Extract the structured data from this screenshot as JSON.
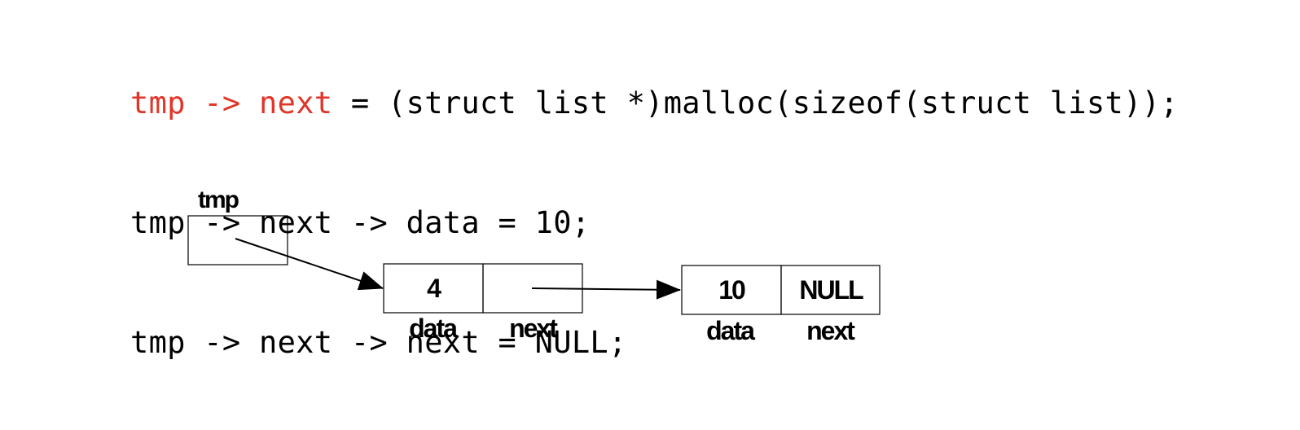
{
  "code": {
    "line1": {
      "hl1": "tmp",
      "op1": " -> ",
      "hl2": "next",
      "rest": " = (struct list *)malloc(sizeof(struct list));"
    },
    "line2": "tmp -> next -> data = 10;",
    "line3": "tmp -> next -> next = NULL;"
  },
  "colors": {
    "highlight": "#e0362a",
    "text": "#000000"
  },
  "diagram": {
    "pointer": {
      "label": "tmp"
    },
    "node1": {
      "data_value": "4",
      "next_value": "",
      "data_label": "data",
      "next_label": "next"
    },
    "node2": {
      "data_value": "10",
      "next_value": "NULL",
      "data_label": "data",
      "next_label": "next"
    }
  }
}
